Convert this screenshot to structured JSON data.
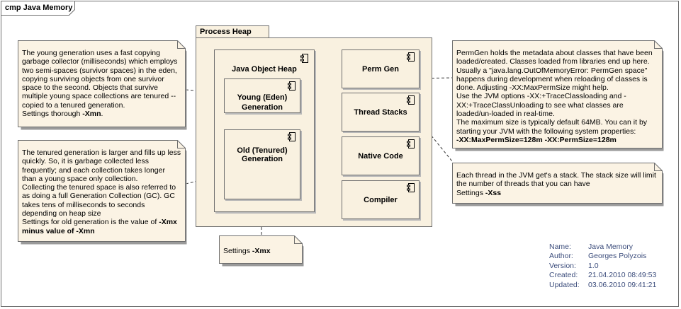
{
  "frame": {
    "title": "cmp Java Memory"
  },
  "process_heap": {
    "title": "Process Heap",
    "java_object_heap": {
      "title": "Java Object Heap"
    },
    "young": {
      "line1": "Young (Eden)",
      "line2": "Generation"
    },
    "old": {
      "line1": "Old (Tenured)",
      "line2": "Generation"
    },
    "perm_gen": {
      "title": "Perm Gen"
    },
    "thread_stacks": {
      "title": "Thread Stacks"
    },
    "native_code": {
      "title": "Native Code"
    },
    "compiler": {
      "title": "Compiler"
    }
  },
  "notes": {
    "young": {
      "text": "The young generation uses a fast copying garbage collector (milliseconds) which employs two semi-spaces (survivor spaces) in the eden, copying surviving objects from one survivor space to the second. Objects that survive multiple young space collections are tenured -- copied to a tenured generation.",
      "settings_prefix": "Settings thorough ",
      "settings_value": "-Xmn",
      "settings_suffix": "."
    },
    "tenured": {
      "text1": "The tenured generation is larger and fills up less quickly. So, it is garbage collected less frequently; and each collection takes longer than a young space only collection.",
      "text2": "Collecting the tenured space is also referred to as doing a full Generation Collection (GC). GC takes tens of milliseconds to seconds depending on heap size",
      "settings_prefix": "Settings for old generation is the value of ",
      "settings_value": "-Xmx minus value of -Xmn"
    },
    "xmx": {
      "prefix": "Settings ",
      "value": "-Xmx"
    },
    "permgen": {
      "text1": "PermGen holds the metadata about classes that have been loaded/created. Classes loaded from libraries end up here. Usually a \"java.lang.OutOfMemoryError: PermGen space\" happens during development when reloading of classes is done. Adjusting -XX:MaxPermSize might help.",
      "text2": "Use the JVM options -XX:+TraceClassloading and -XX:+TraceClassUnloading to see what classes are loaded/un-loaded in real-time.",
      "text3": "The maximum size is typically default 64MB. You can it by starting your JVM with the following system properties:",
      "settings_value": "-XX:MaxPermSize=128m -XX:PermSize=128m"
    },
    "threads": {
      "text": "Each thread in the JVM get's a stack. The stack size will limit the number of threads that you can have",
      "settings_prefix": "Settings ",
      "settings_value": "-Xss"
    }
  },
  "metadata": [
    {
      "key": "Name:",
      "value": "Java Memory"
    },
    {
      "key": "Author:",
      "value": "Georges Polyzois"
    },
    {
      "key": "Version:",
      "value": "1.0"
    },
    {
      "key": "Created:",
      "value": "21.04.2010 08:49:53"
    },
    {
      "key": "Updated:",
      "value": "03.06.2010 09:41:21"
    }
  ]
}
